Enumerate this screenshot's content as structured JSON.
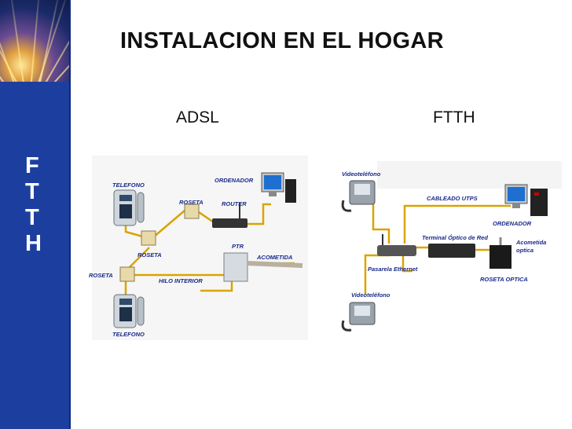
{
  "slide": {
    "title": "INSTALACION EN EL HOGAR",
    "side_letters": [
      "F",
      "T",
      "T",
      "H"
    ],
    "left_heading": "ADSL",
    "right_heading": "FTTH"
  },
  "adsl_diagram": {
    "telefono_top": "TELEFONO",
    "roseta_top": "ROSETA",
    "roseta_mid": "ROSETA",
    "roseta_left": "ROSETA",
    "ordenador": "ORDENADOR",
    "router": "ROUTER",
    "ptr": "PTR",
    "acometida": "ACOMETIDA",
    "hilo_interior": "HILO INTERIOR",
    "telefono_bottom": "TELEFONO"
  },
  "ftth_diagram": {
    "videotelefono_top": "Videoteléfono",
    "cableado_utps": "CABLEADO UTPS",
    "ordenador": "ORDENADOR",
    "terminal_optico": "Terminal Óptico de Red",
    "acometida_optica_1": "Acometida",
    "acometida_optica_2": "optica",
    "pasarela": "Pasarela Ethernet",
    "roseta_optica": "ROSETA OPTICA",
    "videotelefono_bottom": "Videoteléfono"
  },
  "colors": {
    "sidebar": "#1c3f9f",
    "wire": "#d9a400",
    "label": "#1b2a8a"
  }
}
